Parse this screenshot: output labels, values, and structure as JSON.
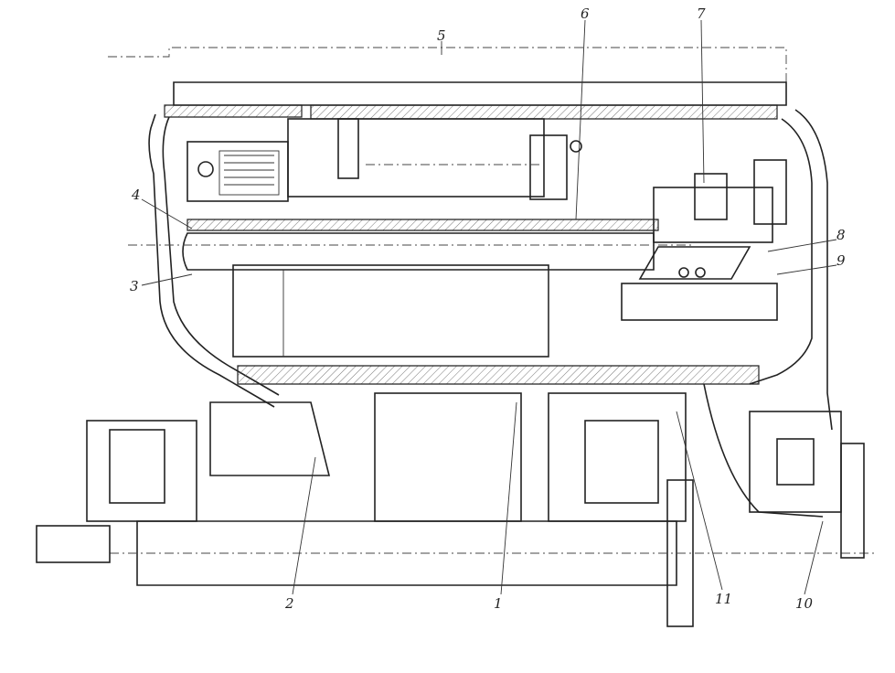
{
  "diagram": {
    "type": "technical cross-section drawing",
    "callouts": [
      "1",
      "2",
      "3",
      "4",
      "5",
      "6",
      "7",
      "8",
      "9",
      "10",
      "11"
    ]
  }
}
